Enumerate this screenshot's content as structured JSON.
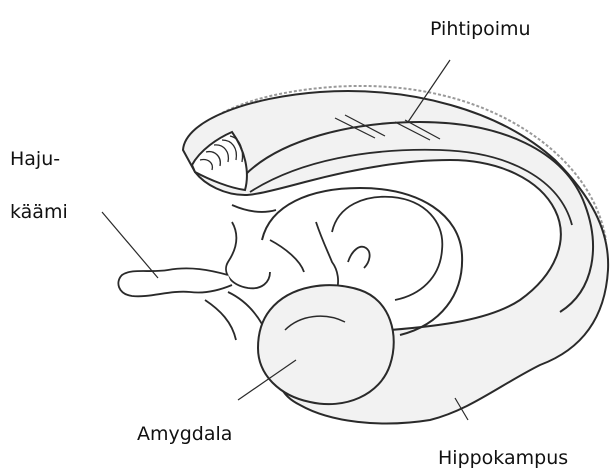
{
  "labels": {
    "cingulate": "Pihtipoimu",
    "olfactory_line1": "Haju-",
    "olfactory_line2": "käämi",
    "amygdala": "Amygdala",
    "hippocampus": "Hippokampus"
  },
  "colors": {
    "stroke": "#2a2a2a",
    "shade": "#f2f2f2",
    "outline_grey": "#9a9a9a"
  }
}
